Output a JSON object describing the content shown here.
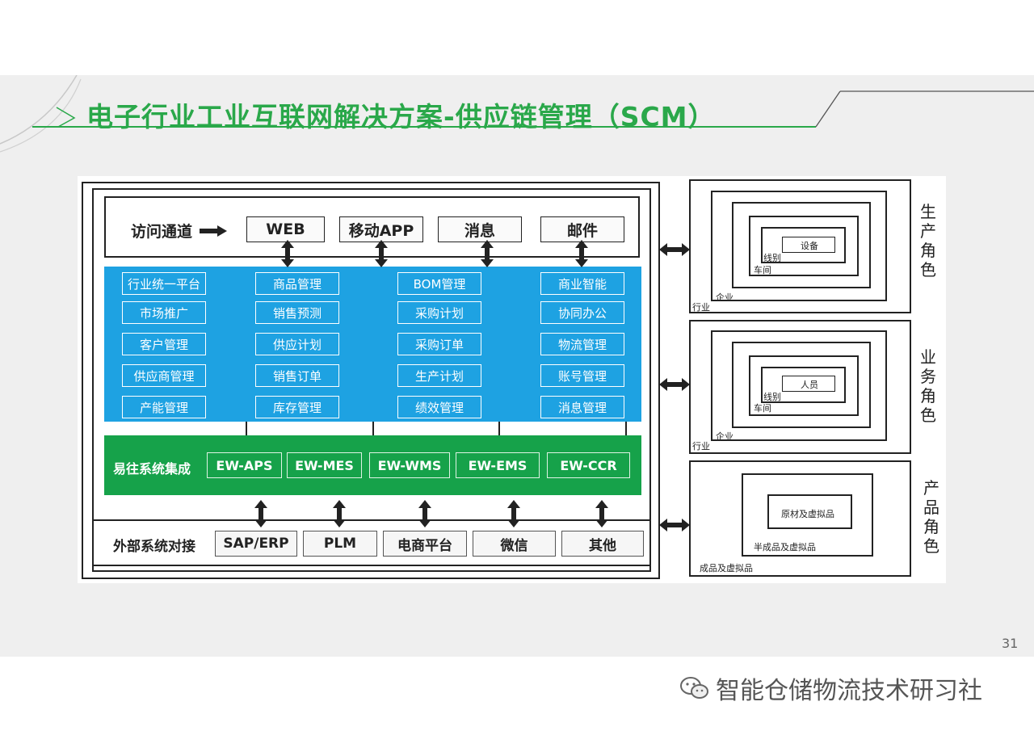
{
  "title": "电子行业工业互联网解决方案-供应链管理（SCM）",
  "page_number": "31",
  "watermark": "智能仓储物流技术研习社",
  "access": {
    "label": "访问通道",
    "channels": [
      "WEB",
      "移动APP",
      "消息",
      "邮件"
    ]
  },
  "modules": {
    "col1": [
      "行业统一平台",
      "市场推广",
      "客户管理",
      "供应商管理",
      "产能管理"
    ],
    "col2": [
      "商品管理",
      "销售预测",
      "供应计划",
      "销售订单",
      "库存管理"
    ],
    "col3": [
      "BOM管理",
      "采购计划",
      "采购订单",
      "生产计划",
      "绩效管理"
    ],
    "col4": [
      "商业智能",
      "协同办公",
      "物流管理",
      "账号管理",
      "消息管理"
    ]
  },
  "integration": {
    "label": "易往系统集成",
    "items": [
      "EW-APS",
      "EW-MES",
      "EW-WMS",
      "EW-EMS",
      "EW-CCR"
    ]
  },
  "external": {
    "label": "外部系统对接",
    "items": [
      "SAP/ERP",
      "PLM",
      "电商平台",
      "微信",
      "其他"
    ]
  },
  "roles": {
    "production": {
      "title": "生产角色",
      "layers": [
        "设备",
        "线别",
        "车间",
        "企业",
        "行业"
      ]
    },
    "business": {
      "title": "业务角色",
      "layers": [
        "人员",
        "线别",
        "车间",
        "企业",
        "行业"
      ]
    },
    "product": {
      "title": "产品角色",
      "layers": [
        "原材及虚拟品",
        "半成品及虚拟品",
        "成品及虚拟品"
      ]
    }
  },
  "colors": {
    "title_green": "#2aa84a",
    "module_blue": "#1ea2e2",
    "integration_green": "#16a24a"
  }
}
